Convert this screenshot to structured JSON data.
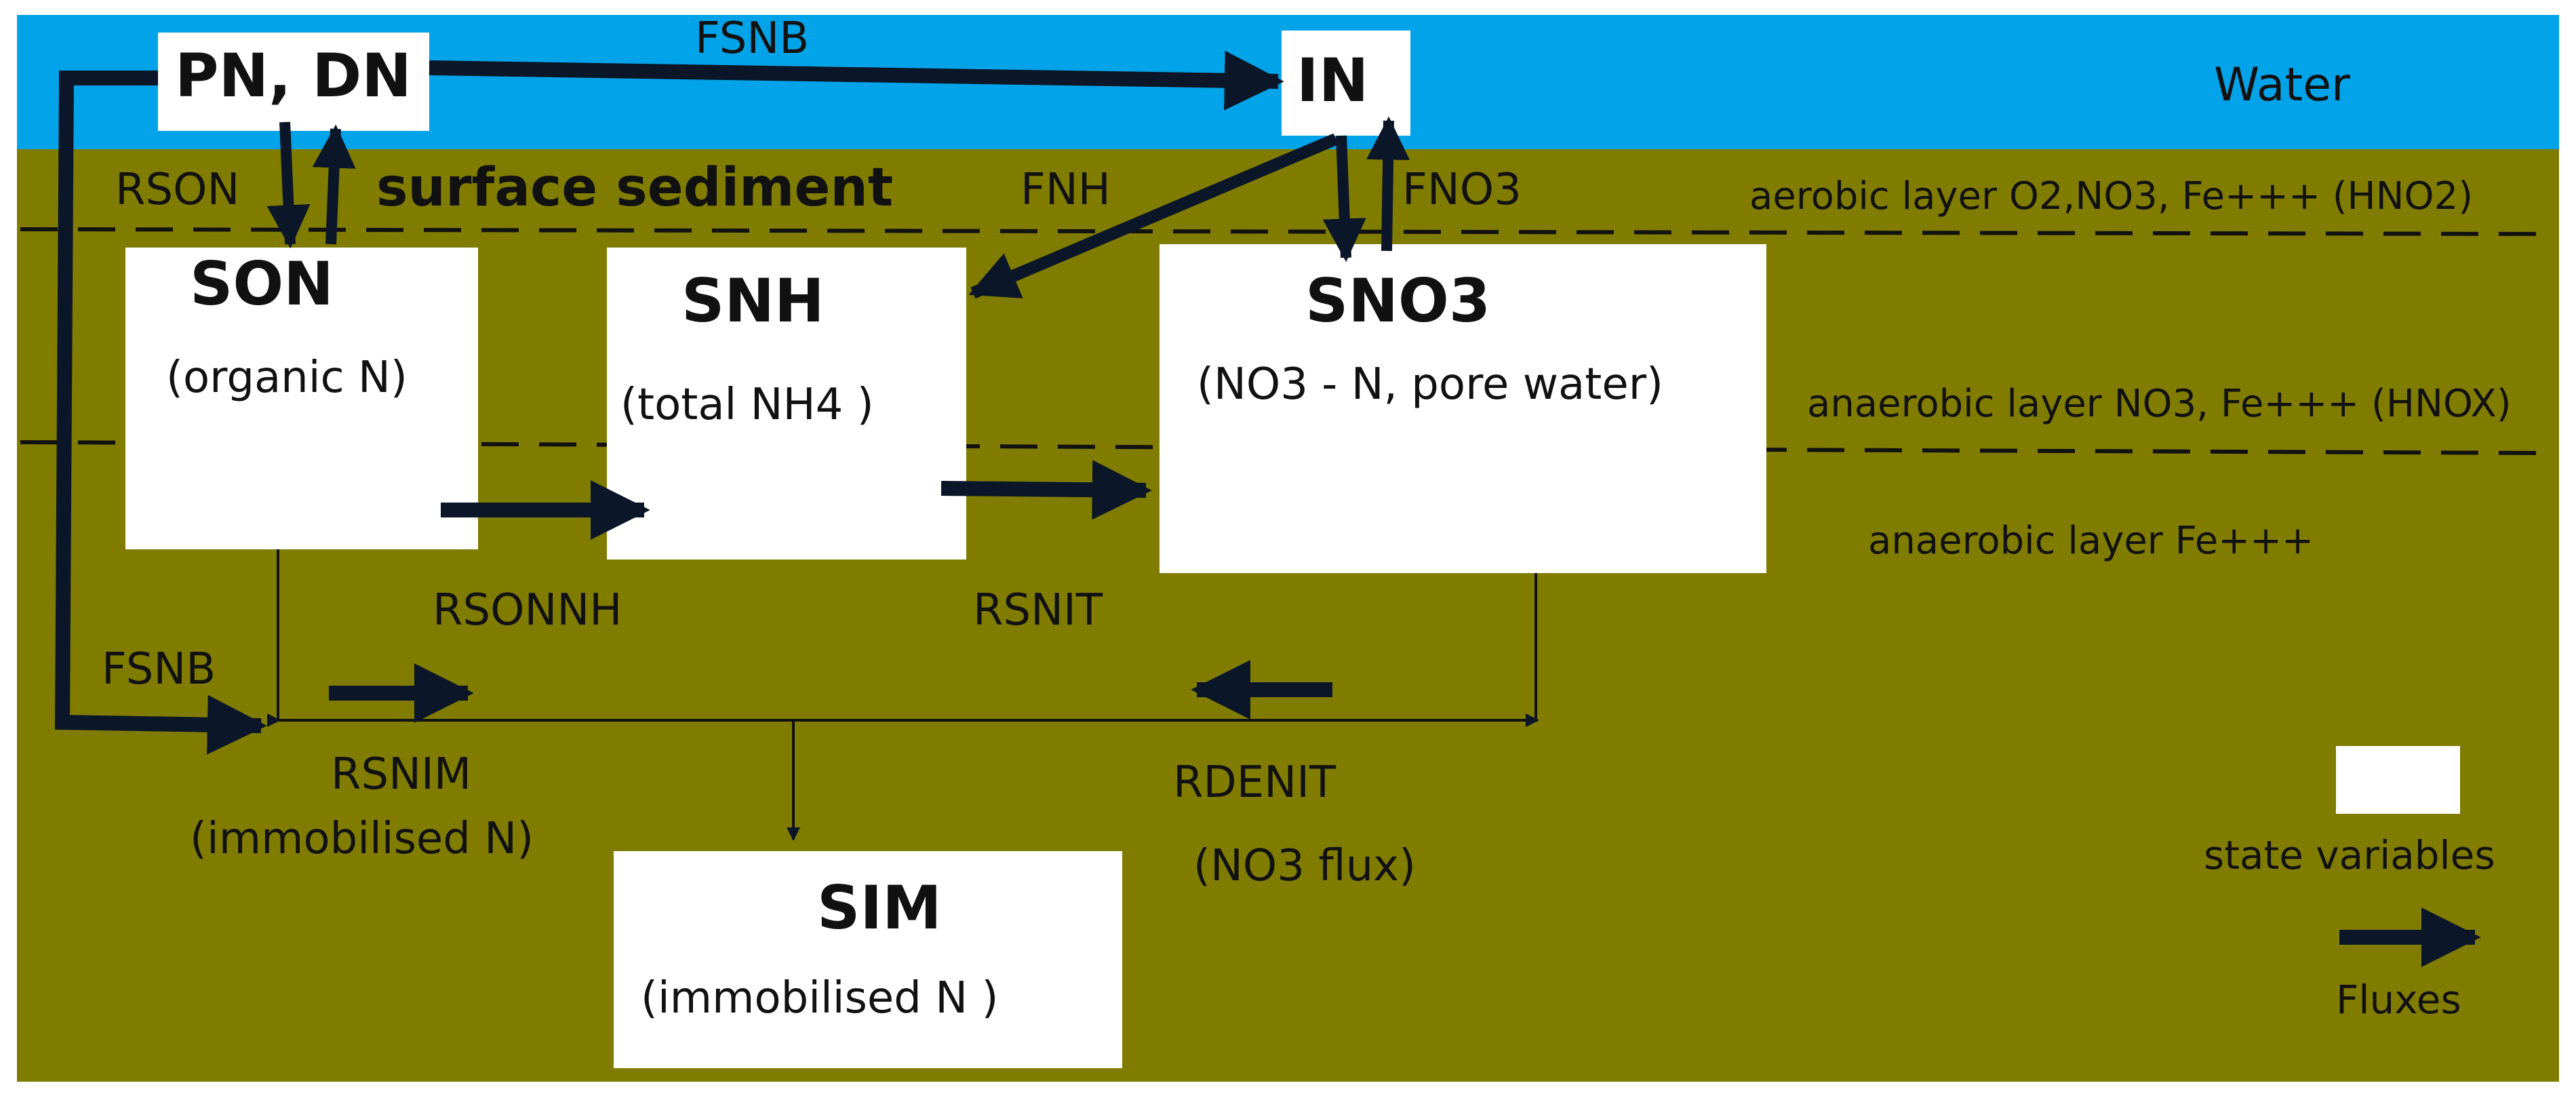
{
  "water_label": "Water",
  "sediment_label": "surface sediment",
  "layers": {
    "aerobic": "aerobic layer O2,NO3, Fe+++ (HNO2)",
    "anaerobic_upper": "anaerobic layer NO3, Fe+++ (HNOX)",
    "anaerobic_lower": "anaerobic layer  Fe+++"
  },
  "boxes": {
    "pndn": {
      "name": "PN, DN"
    },
    "in": {
      "name": "IN"
    },
    "son": {
      "name": "SON",
      "desc": "(organic N)"
    },
    "snh": {
      "name": "SNH",
      "desc": "(total NH4 )"
    },
    "sno3": {
      "name": "SNO3",
      "desc": "(NO3 - N, pore water)"
    },
    "sim": {
      "name": "SIM",
      "desc": "(immobilised N )"
    }
  },
  "fluxes": {
    "fsnb_top": "FSNB",
    "fsnb_left": "FSNB",
    "rson": "RSON",
    "fnh": "FNH",
    "fno3": "FNO3",
    "rsonnh": "RSONNH",
    "rsnit": "RSNIT",
    "rsnim": "RSNIM",
    "rsnim_desc": "(immobilised N)",
    "rdenit": "RDENIT",
    "rdenit_desc": "(NO3 flux)"
  },
  "legend": {
    "state_variables": "state variables",
    "fluxes": "Fluxes"
  },
  "colors": {
    "water": "#02a3e8",
    "sediment": "#807c00",
    "box": "#ffffff",
    "arrow": "#0b1628",
    "text": "#111111"
  }
}
